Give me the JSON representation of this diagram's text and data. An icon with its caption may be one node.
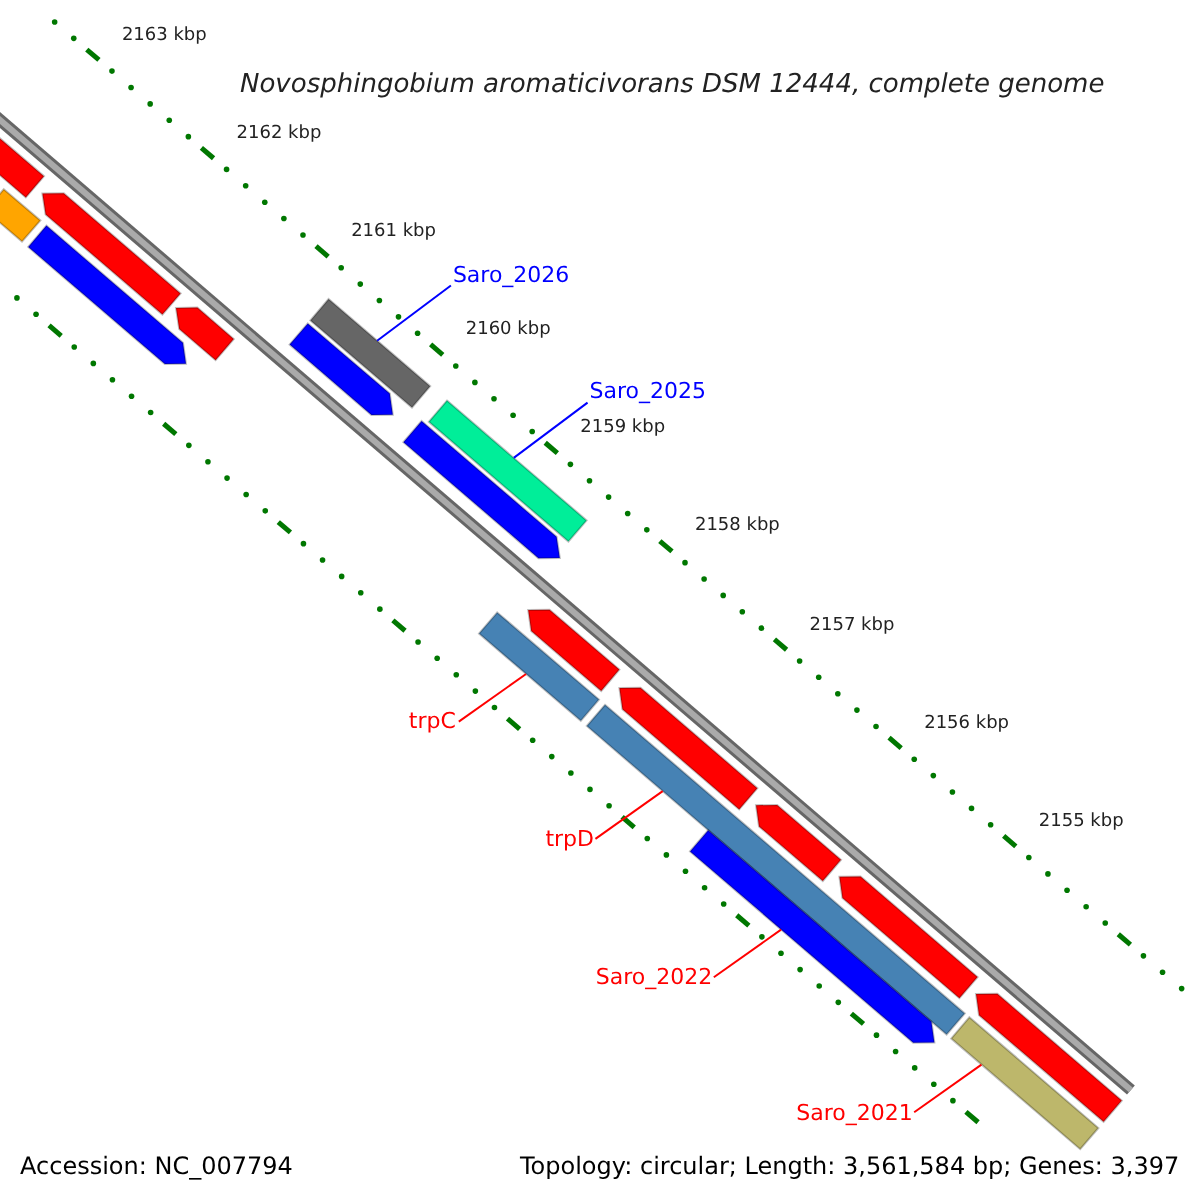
{
  "diagram": {
    "title": "Novosphingobium aromaticivorans DSM 12444, complete genome",
    "nodes": [
      {
        "text": [
          "Saro_2026"
        ]
      },
      {
        "text": [
          "Saro_2025"
        ]
      },
      {
        "text": [
          "trpC"
        ]
      },
      {
        "text": [
          "trpD"
        ]
      },
      {
        "text": [
          "Saro_2022"
        ]
      },
      {
        "text": [
          "Saro_2021"
        ]
      },
      {
        "text": [],
        "shape": "bar"
      },
      {
        "text": [],
        "shape": "bar"
      },
      {
        "text": [],
        "shape": "bar"
      },
      {
        "text": [],
        "shape": "bar"
      },
      {
        "text": [],
        "shape": "bar"
      },
      {
        "text": [],
        "shape": "bar"
      },
      {
        "text": [],
        "shape": "bar"
      },
      {
        "text": [],
        "shape": "bar"
      },
      {
        "text": [],
        "shape": "bar"
      },
      {
        "text": [],
        "shape": "bar"
      },
      {
        "text": [],
        "shape": "bar"
      },
      {
        "text": [],
        "shape": "bar"
      },
      {
        "text": [],
        "shape": "bar"
      },
      {
        "text": [],
        "shape": "bar"
      },
      {
        "text": [],
        "shape": "bar"
      },
      {
        "text": [],
        "shape": "bar"
      },
      {
        "text": [],
        "shape": "bar"
      },
      {
        "text": [],
        "shape": "bar"
      }
    ],
    "edges": [
      {
        "from": 0,
        "to": 11,
        "arrow": "none",
        "color": "#0000ff"
      },
      {
        "from": 1,
        "to": 14,
        "arrow": "none",
        "color": "#0000ff"
      },
      {
        "from": 2,
        "to": 15,
        "arrow": "none"
      },
      {
        "from": 3,
        "to": 18,
        "arrow": "none"
      },
      {
        "from": 4,
        "to": 19,
        "arrow": "none"
      },
      {
        "from": 5,
        "to": 23,
        "arrow": "none"
      }
    ],
    "labels": [
      "2163 kbp",
      "2162 kbp",
      "2161 kbp",
      "2160 kbp",
      "2159 kbp",
      "2158 kbp",
      "2157 kbp",
      "2156 kbp",
      "2155 kbp",
      "Accession: NC_007794",
      "Topology: circular; Length: 3,561,584 bp; Genes: 3,397"
    ]
  }
}
